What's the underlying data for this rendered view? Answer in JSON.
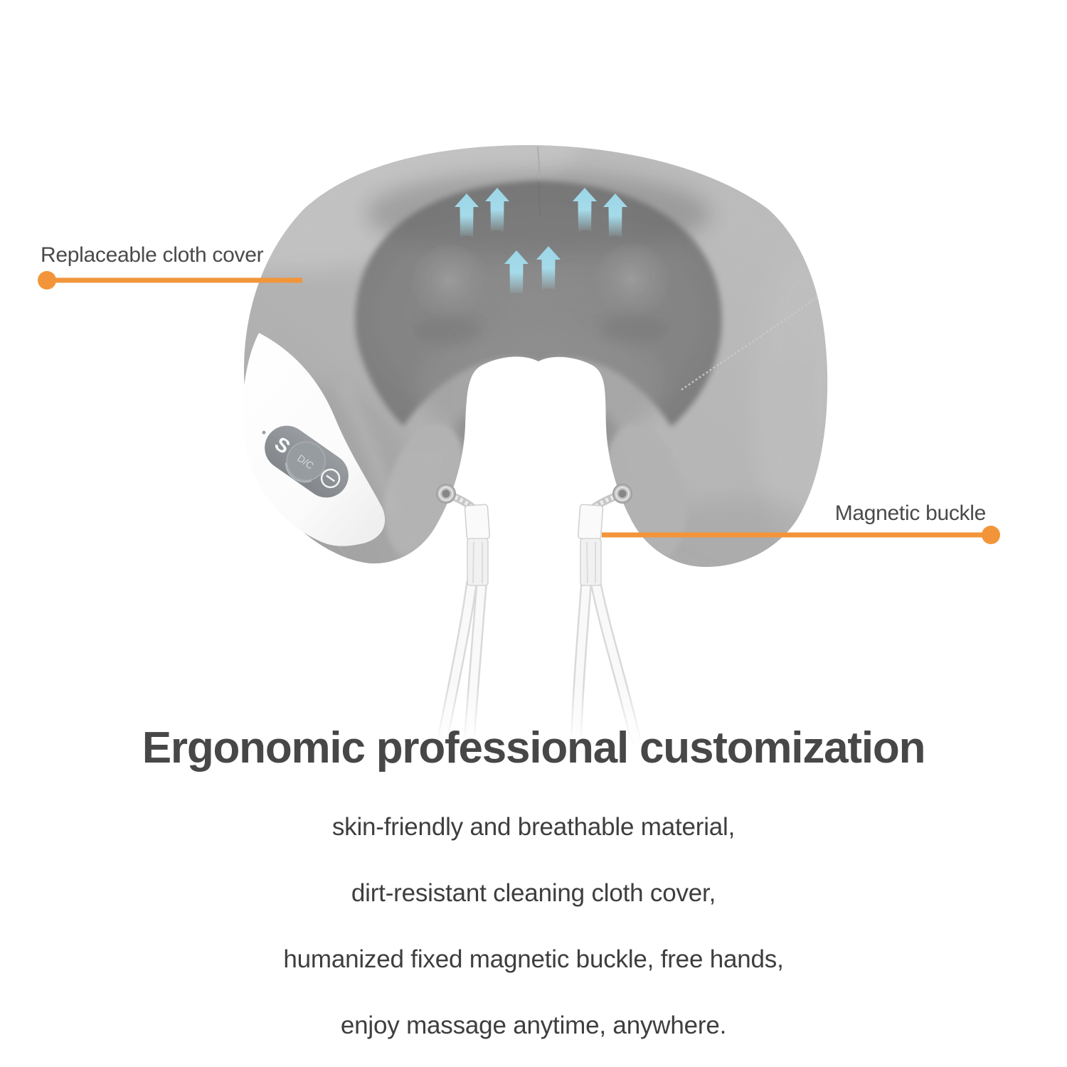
{
  "annotations": {
    "replaceable_cover_label": "Replaceable cloth cover",
    "magnetic_buckle_label": "Magnetic buckle"
  },
  "headline": "Ergonomic professional customization",
  "description": {
    "lines": [
      "skin-friendly and breathable material,",
      "dirt-resistant cleaning cloth cover,",
      "humanized fixed magnetic buckle, free hands,",
      "enjoy massage anytime, anywhere."
    ]
  },
  "device": {
    "controls": {
      "mode_button_label": "S",
      "power_button_label": "D/C"
    },
    "airflow_arrow_count": 6
  },
  "colors": {
    "accent_orange": "#F2953A",
    "arrow_blue": "#A5DBEA",
    "fabric_gray": "#D2D2D2",
    "inner_cavity_gray": "#828282",
    "headline_text": "#474747",
    "body_text": "#3E3E3E"
  }
}
